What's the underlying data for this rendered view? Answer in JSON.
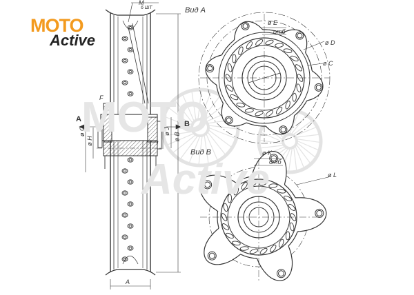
{
  "logo": {
    "moto": "MOTO",
    "active": "Active"
  },
  "watermark": {
    "moto": "MOTO",
    "active": "Active"
  },
  "views": {
    "view_a": "Вид А",
    "view_b": "Вид В"
  },
  "section_marks": {
    "a": "A",
    "b": "B"
  },
  "dimensions": {
    "m": "M",
    "m_sub": "6 ШТ",
    "e": "ø E",
    "e_holes": "отб",
    "d": "ø D",
    "c": "ø C",
    "f": "F",
    "g": "ø G",
    "h": "ø H",
    "i": "I",
    "j": "ø J",
    "b": "ø B",
    "k": "ø K",
    "k_holes": "отб",
    "l": "ø L",
    "a": "A"
  },
  "colors": {
    "brand_orange": "#f39a1e",
    "line": "#333333",
    "watermark": "#e6e6e6"
  }
}
